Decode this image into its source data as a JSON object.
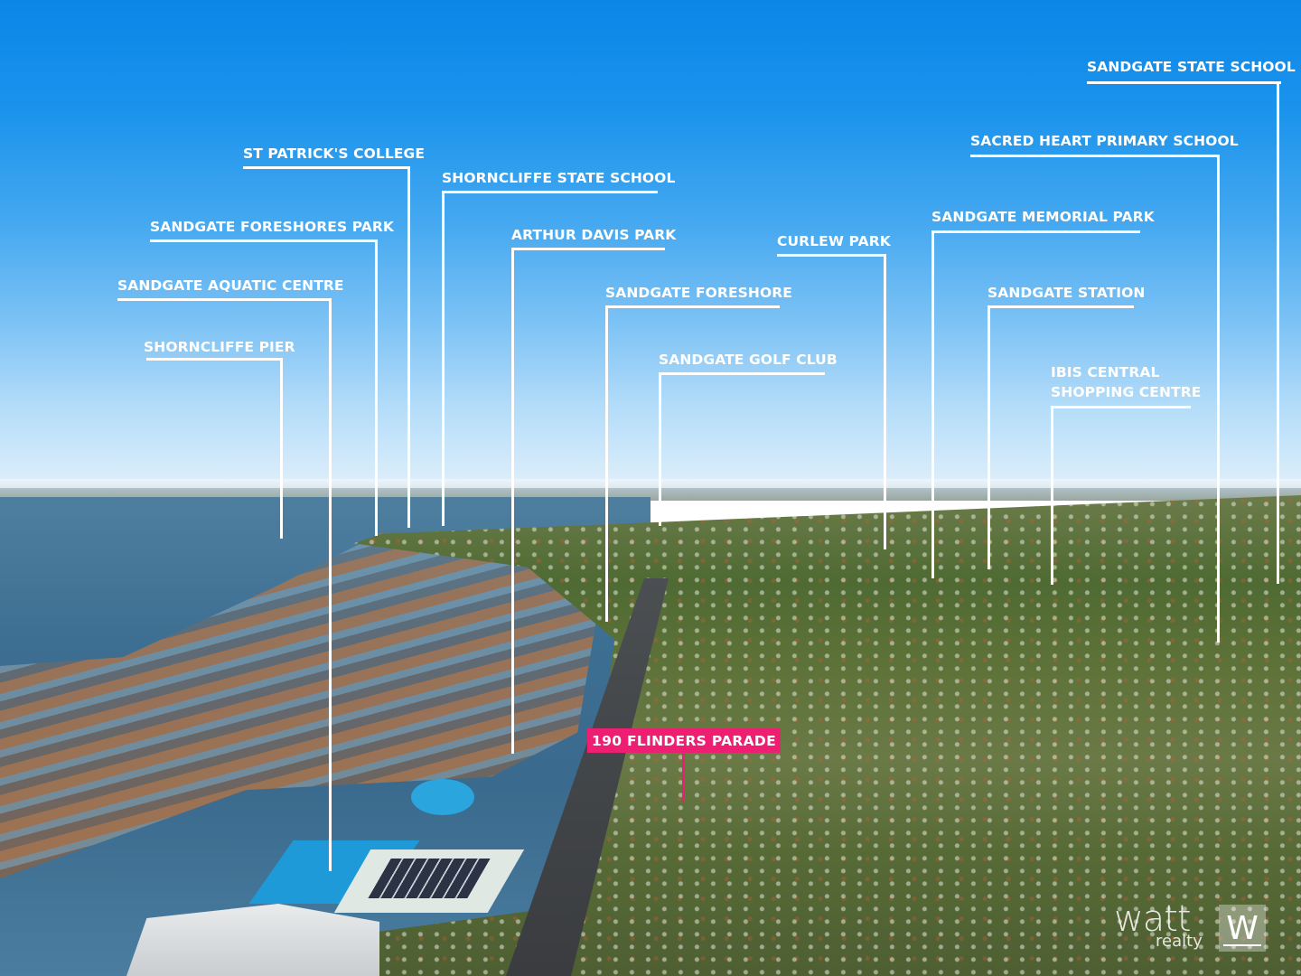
{
  "image": {
    "description": "Aerial photograph of Sandgate, Brisbane foreshore with annotated points of interest",
    "sky_color_top": "#0b86e8",
    "sky_color_horizon": "#e3f1fb",
    "callout_color": "#ffffff",
    "property_tag_color": "#ee1f73"
  },
  "property": {
    "label": "190 FLINDERS PARADE"
  },
  "callouts": [
    {
      "id": "sandgate-state-school",
      "label": "SANDGATE STATE SCHOOL"
    },
    {
      "id": "sacred-heart-primary-school",
      "label": "SACRED HEART PRIMARY SCHOOL"
    },
    {
      "id": "st-patricks-college",
      "label": "ST PATRICK'S COLLEGE"
    },
    {
      "id": "shorncliffe-state-school",
      "label": "SHORNCLIFFE STATE SCHOOL"
    },
    {
      "id": "sandgate-foreshores-park",
      "label": "SANDGATE FORESHORES PARK"
    },
    {
      "id": "arthur-davis-park",
      "label": "ARTHUR DAVIS PARK"
    },
    {
      "id": "curlew-park",
      "label": "CURLEW PARK"
    },
    {
      "id": "sandgate-memorial-park",
      "label": "SANDGATE MEMORIAL PARK"
    },
    {
      "id": "sandgate-aquatic-centre",
      "label": "SANDGATE AQUATIC CENTRE"
    },
    {
      "id": "sandgate-foreshore",
      "label": "SANDGATE FORESHORE"
    },
    {
      "id": "sandgate-station",
      "label": "SANDGATE STATION"
    },
    {
      "id": "shorncliffe-pier",
      "label": "SHORNCLIFFE PIER"
    },
    {
      "id": "sandgate-golf-club",
      "label": "SANDGATE GOLF CLUB"
    },
    {
      "id": "ibis-central-shopping-centre",
      "label_line1": "IBIS CENTRAL",
      "label_line2": "SHOPPING CENTRE"
    }
  ],
  "logo": {
    "word": "watt",
    "sub": "realty",
    "mark": "W"
  }
}
